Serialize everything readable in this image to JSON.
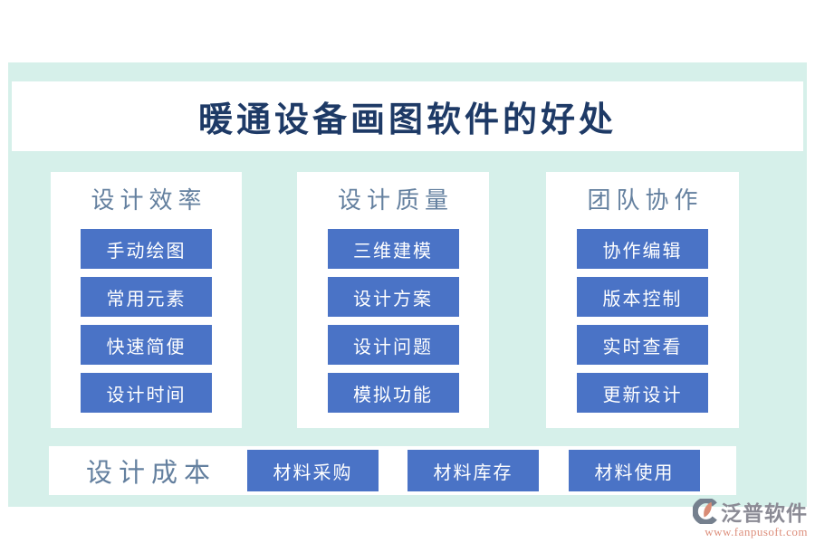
{
  "title": "暖通设备画图软件的好处",
  "columns": [
    {
      "header": "设计效率",
      "items": [
        "手动绘图",
        "常用元素",
        "快速简便",
        "设计时间"
      ]
    },
    {
      "header": "设计质量",
      "items": [
        "三维建模",
        "设计方案",
        "设计问题",
        "模拟功能"
      ]
    },
    {
      "header": "团队协作",
      "items": [
        "协作编辑",
        "版本控制",
        "实时查看",
        "更新设计"
      ]
    }
  ],
  "bottom_row": {
    "header": "设计成本",
    "items": [
      "材料采购",
      "材料库存",
      "材料使用"
    ]
  },
  "branding": {
    "name": "泛普软件",
    "url": "www.fanpusoft.com"
  },
  "colors": {
    "background_mint": "#d6f0ea",
    "panel_white": "#ffffff",
    "button_blue": "#4a73c6",
    "title_navy": "#1e3a66",
    "header_blue_gray": "#64809f",
    "brand_gray": "#8b8b95",
    "brand_coral": "#dd8f7c"
  }
}
